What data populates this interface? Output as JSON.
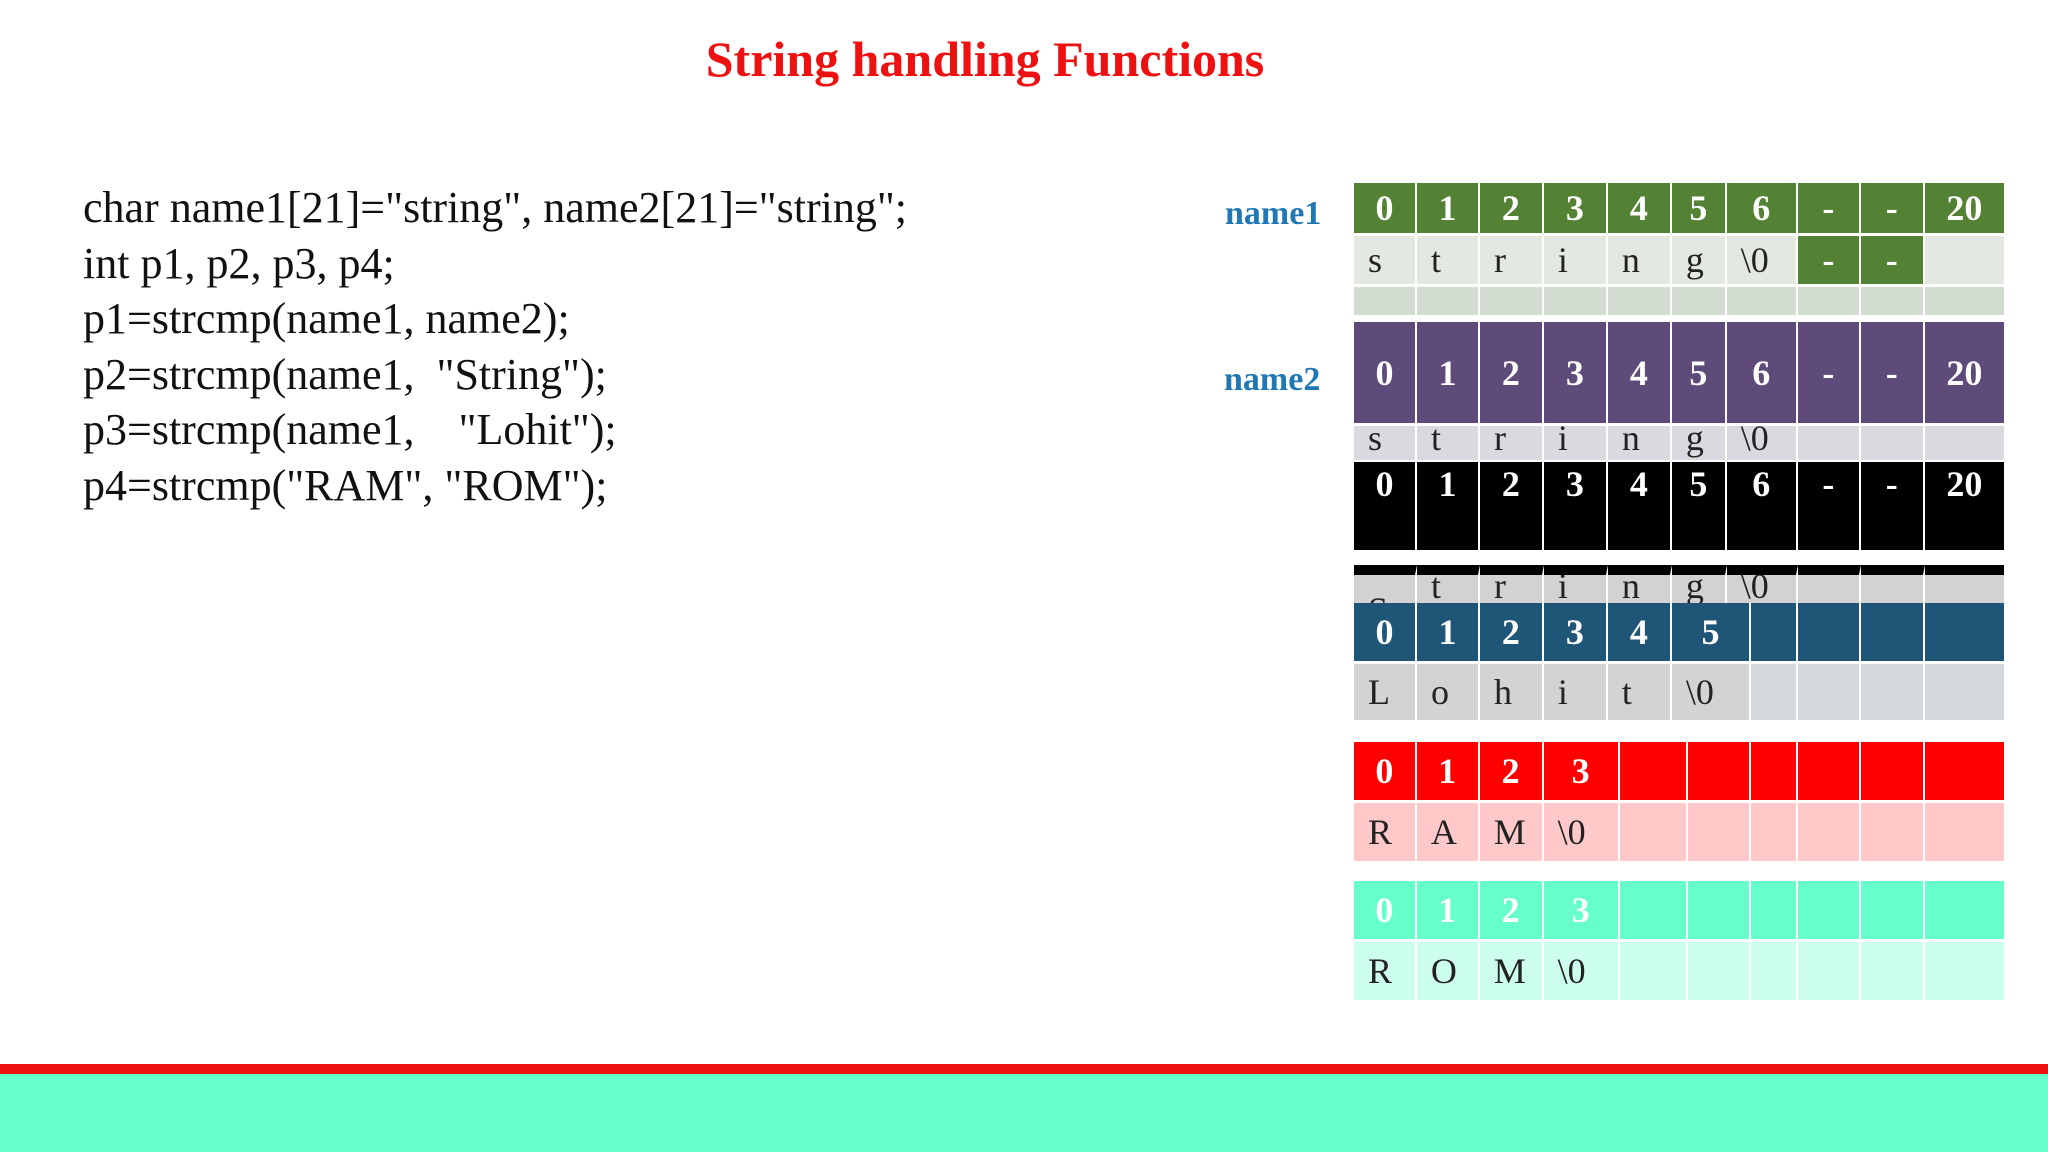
{
  "title": "String handling Functions",
  "code_lines": [
    "char name1[21]=\"string\", name2[21]=\"string\";",
    "int p1, p2, p3, p4;",
    "p1=strcmp(name1, name2);",
    "p2=strcmp(name1,  \"String\");",
    "p3=strcmp(name1,    \"Lohit\");",
    "p4=strcmp(\"RAM\", \"ROM\");"
  ],
  "arrays": {
    "name1": {
      "label": "name1",
      "indices": [
        "0",
        "1",
        "2",
        "3",
        "4",
        "5",
        "6",
        "-",
        "-",
        "20"
      ],
      "chars": [
        "s",
        "t",
        "r",
        "i",
        "n",
        "g",
        "\\0",
        "-",
        "-",
        ""
      ],
      "colors": {
        "index": "#548235",
        "chars": "#e3e9e0"
      }
    },
    "name2": {
      "label": "name2",
      "indices": [
        "0",
        "1",
        "2",
        "3",
        "4",
        "5",
        "6",
        "-",
        "-",
        "20"
      ],
      "chars": [
        "s",
        "t",
        "r",
        "i",
        "n",
        "g",
        "\\0",
        "",
        "",
        ""
      ],
      "colors": {
        "index": "#5f4b7a",
        "chars": "#dcd8df"
      }
    },
    "string_literal": {
      "indices": [
        "0",
        "1",
        "2",
        "3",
        "4",
        "5",
        "6",
        "-",
        "-",
        "20"
      ],
      "chars": [
        "S",
        "t",
        "r",
        "i",
        "n",
        "g",
        "\\0",
        "",
        "",
        ""
      ],
      "colors": {
        "index": "#000000",
        "chars": "#d2d2d2"
      }
    },
    "lohit_literal": {
      "indices": [
        "0",
        "1",
        "2",
        "3",
        "4",
        "5",
        "",
        "",
        "",
        ""
      ],
      "chars": [
        "L",
        "o",
        "h",
        "i",
        "t",
        "\\0",
        "",
        "",
        "",
        ""
      ],
      "colors": {
        "index": "#1f5677",
        "chars": "#d3d3d3"
      }
    },
    "ram_literal": {
      "indices": [
        "0",
        "1",
        "2",
        "3",
        "",
        "",
        "",
        "",
        "",
        ""
      ],
      "chars": [
        "R",
        "A",
        "M",
        "\\0",
        "",
        "",
        "",
        "",
        "",
        ""
      ],
      "colors": {
        "index": "#ff0000",
        "chars": "#ffc9c9"
      }
    },
    "rom_literal": {
      "indices": [
        "0",
        "1",
        "2",
        "3",
        "",
        "",
        "",
        "",
        "",
        ""
      ],
      "chars": [
        "R",
        "O",
        "M",
        "\\0",
        "",
        "",
        "",
        "",
        "",
        ""
      ],
      "colors": {
        "index": "#66ffcc",
        "chars": "#ccffee"
      }
    }
  },
  "footer_colors": {
    "line": "#ee1111",
    "band": "#66ffcc"
  }
}
